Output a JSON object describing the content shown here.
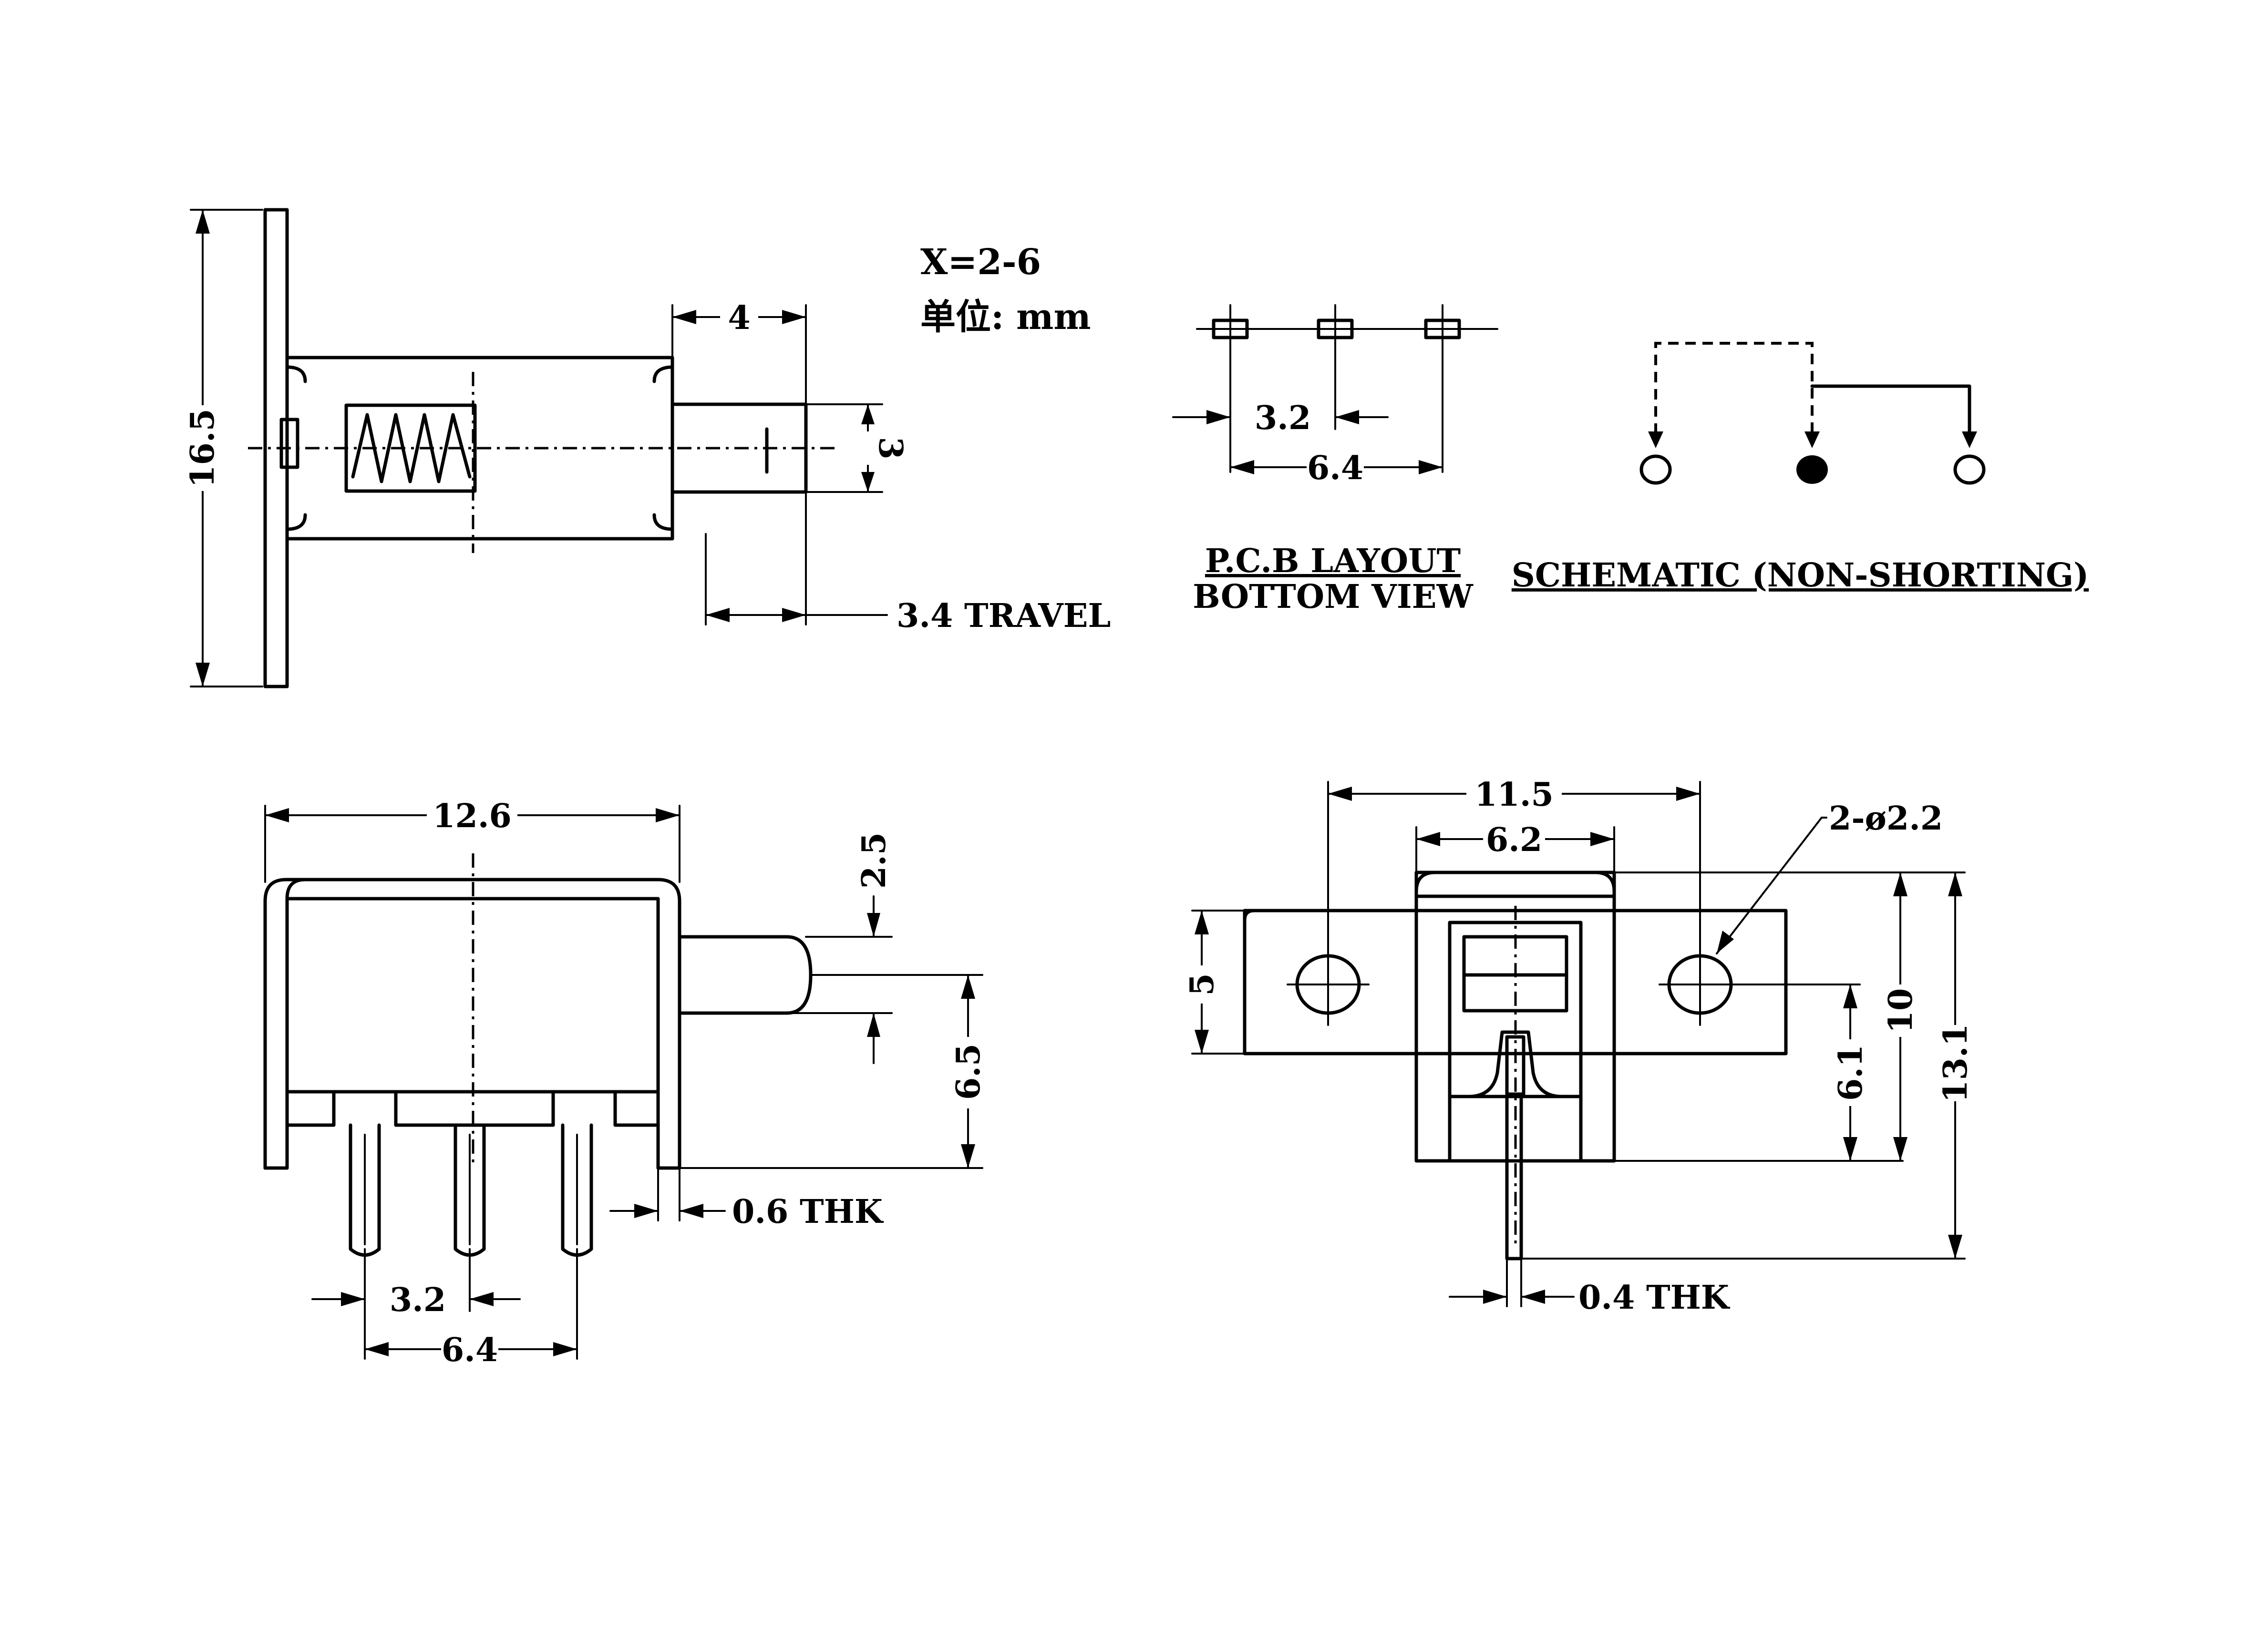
{
  "labels": {
    "x_range": "X=2-6",
    "unit": "单位: mm",
    "pcb_title": "P.C.B LAYOUT",
    "pcb_subtitle": "BOTTOM VIEW",
    "schematic_title": "SCHEMATIC (NON-SHORTING)"
  },
  "dims": {
    "height_16_5": "16.5",
    "plunger_4": "4",
    "plunger_3": "3",
    "travel": "3.4 TRAVEL",
    "pcb_3_2": "3.2",
    "pcb_6_4": "6.4",
    "width_12_6": "12.6",
    "plunger_2_5": "2.5",
    "height_6_5": "6.5",
    "thk_0_6": "0.6 THK",
    "pin_3_2": "3.2",
    "pin_6_4": "6.4",
    "mount_11_5": "11.5",
    "body_6_2": "6.2",
    "holes": "2-ø2.2",
    "flange_5": "5",
    "hole_6_1": "6.1",
    "body_10": "10",
    "total_13_1": "13.1",
    "thk_0_4": "0.4 THK"
  },
  "colors": {
    "ink": "#000000",
    "paper": "#ffffff"
  }
}
